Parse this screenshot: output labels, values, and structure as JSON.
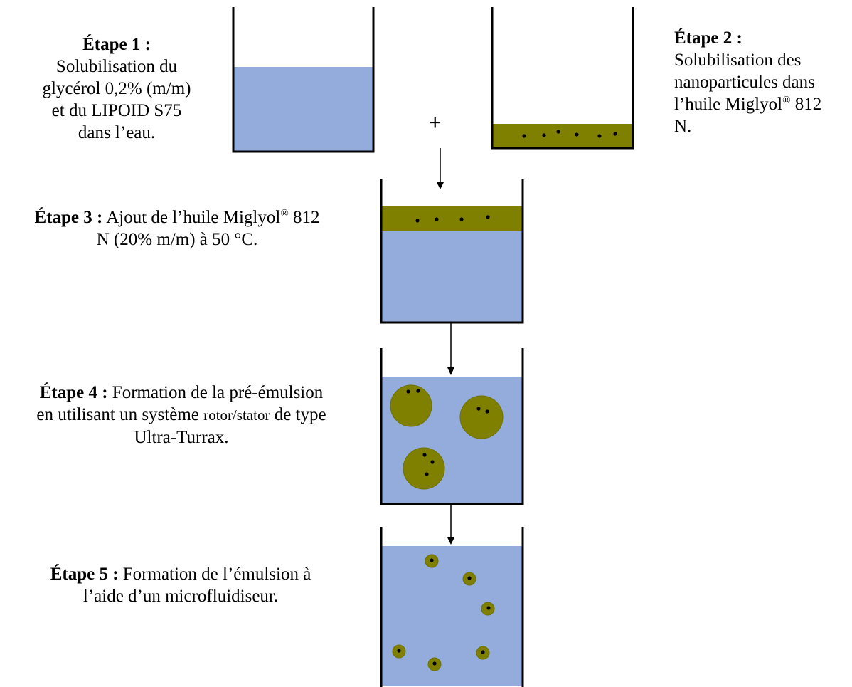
{
  "colors": {
    "water": "#93acdc",
    "oil": "#808000",
    "oil_dark": "#6f7200",
    "particle": "#000000"
  },
  "operator": "+",
  "steps": {
    "s1": {
      "title": "Étape 1 :",
      "lines": [
        "Solubilisation du",
        "glycérol 0,2% (m/m)",
        "et du LIPOID S75",
        "dans l’eau."
      ]
    },
    "s2": {
      "title": "Étape 2 :",
      "line1": "Solubilisation des",
      "line2": "nanoparticules dans",
      "line3_pre": "l’huile Miglyol",
      "reg": "®",
      "line3_post": " 812",
      "line4": "N."
    },
    "s3": {
      "title": "Étape 3 :",
      "line1_pre": " Ajout de l’huile Miglyol",
      "reg": "®",
      "line1_post": " 812",
      "line2": "N (20% m/m) à 50 °C."
    },
    "s4": {
      "title": "Étape 4 :",
      "line1": " Formation de la pré-émulsion",
      "line2_a": "en utilisant un système ",
      "line2_b": "rotor/stator",
      "line2_c": " de type",
      "line3": "Ultra-Turrax."
    },
    "s5": {
      "title": "Étape 5 :",
      "line1": " Formation de l’émulsion à",
      "line2": "l’aide d’un microfluidiseur."
    }
  }
}
